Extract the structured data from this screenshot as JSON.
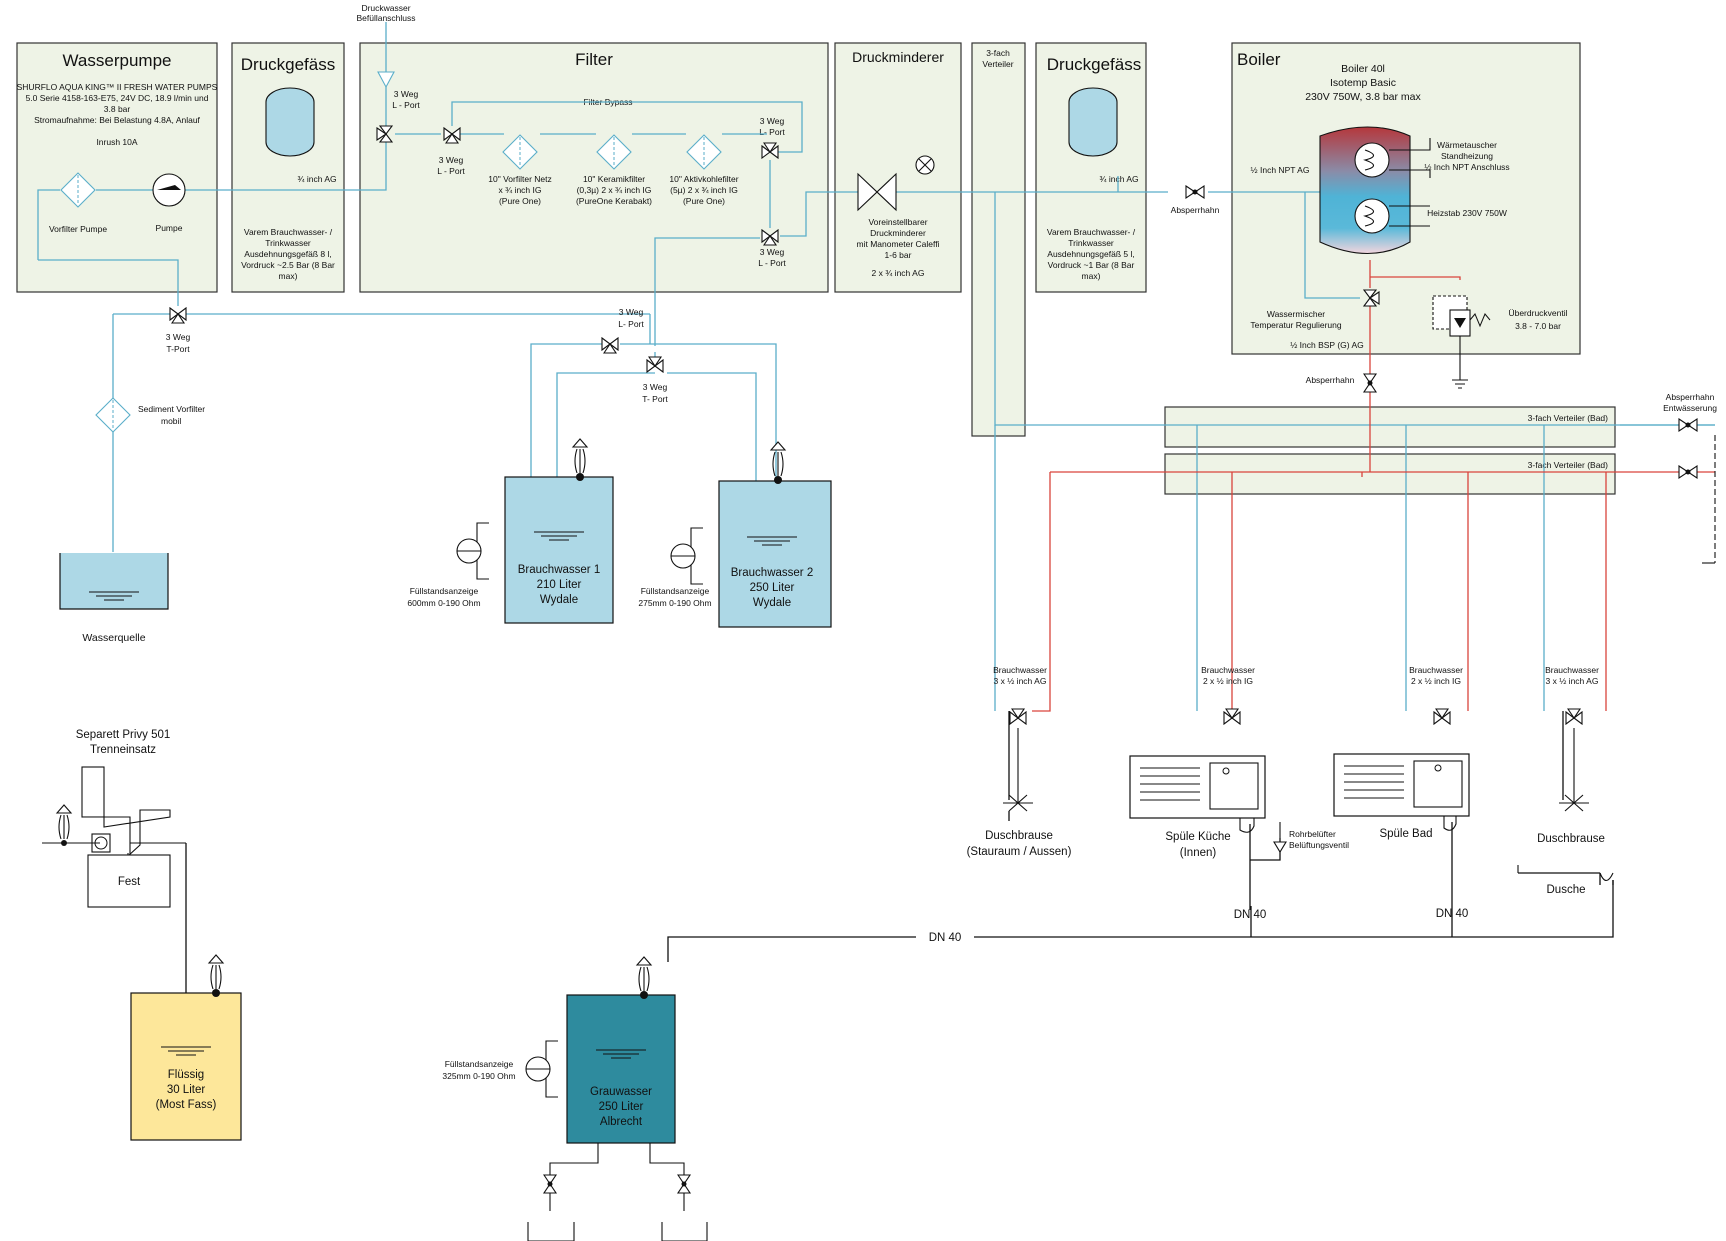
{
  "title": "",
  "colors": {
    "panel": "#eef3e6",
    "water_blue": "#5aaec9",
    "hot_red": "#d9443c",
    "tank_fresh": "#add8e6",
    "tank_grey": "#2e8b9e",
    "tank_yellow": "#fde79a"
  },
  "icons": [
    "three-way-valve-icon",
    "ball-valve-icon",
    "filter-icon",
    "pump-icon",
    "vent-icon",
    "level-sensor-icon",
    "heat-exchanger-icon",
    "pressure-relief-valve-icon",
    "ground-icon",
    "sink-icon",
    "fan-icon",
    "shower-head-icon"
  ],
  "panels": {
    "wasserpumpe": {
      "title": "Wasserpumpe",
      "desc": [
        "SHURFLO AQUA KING™ II FRESH WATER PUMPS",
        "5.0 Serie 4158-163-E75, 24V DC, 18.9 l/min und",
        "3.8 bar",
        "Stromaufnahme: Bei Belastung 4.8A, Anlauf",
        "Inrush 10A"
      ],
      "vorfilter": "Vorfilter Pumpe",
      "pumpe": "Pumpe"
    },
    "druckgefaess1": {
      "title": "Druckgefäss",
      "connection": "¾ inch AG",
      "desc": [
        "Varem Brauchwasser- /",
        "Trinkwasser",
        "Ausdehnungsgefäß 8 l,",
        "Vordruck ~2.5 Bar (8 Bar",
        "max)"
      ]
    },
    "filter": {
      "title": "Filter",
      "bypass": "Filter Bypass",
      "valve1": [
        "3 Weg",
        "L - Port"
      ],
      "valve2": [
        "3 Weg",
        "L - Port"
      ],
      "valve3": [
        "3 Weg",
        "L- Port"
      ],
      "valve4": [
        "3 Weg",
        "L - Port"
      ],
      "f1": [
        "10\" Vorfilter Netz",
        "x ¾ inch IG",
        "(Pure One)"
      ],
      "f2": [
        "10\" Keramikfilter",
        "(0,3µ) 2 x ¾ inch IG",
        "(PureOne Kerabakt)"
      ],
      "f3": [
        "10\" Aktivkohlefilter",
        "(5µ) 2 x ¾ inch IG",
        "(Pure One)"
      ]
    },
    "druckminderer": {
      "title": "Druckminderer",
      "desc": [
        "Voreinstellbarer",
        "Druckminderer",
        "mit Manometer Caleffi",
        "1-6 bar"
      ],
      "connection": "2 x ¾ inch AG"
    },
    "verteiler3": {
      "title": [
        "3-fach",
        "Verteiler"
      ]
    },
    "druckgefaess2": {
      "title": "Druckgefäss",
      "connection": "¾ inch AG",
      "desc": [
        "Varem Brauchwasser- /",
        "Trinkwasser",
        "Ausdehnungsgefäß 5 l,",
        "Vordruck ~1 Bar (8 Bar",
        "max)"
      ]
    },
    "boiler": {
      "title": "Boiler",
      "model": [
        "Boiler 40l",
        "Isotemp Basic",
        "230V 750W, 3.8 bar max"
      ],
      "npt": "½ Inch NPT AG",
      "waermetauscher": [
        "Wärmetauscher",
        "Standheizung",
        "½ Inch NPT Anschluss"
      ],
      "heizstab": "Heizstab 230V 750W",
      "mischer": [
        "Wassermischer",
        "Temperatur Regulierung"
      ],
      "bsp": "½ Inch BSP (G) AG",
      "ueberdruck": [
        "Überdruckventil",
        "3.8 - 7.0 bar"
      ]
    }
  },
  "labels": {
    "druckwasser": [
      "Druckwasser",
      "Befüllanschluss"
    ],
    "valve_t1": [
      "3 Weg",
      "T-Port"
    ],
    "valve_l_mid": [
      "3 Weg",
      "L- Port"
    ],
    "valve_t2": [
      "3 Weg",
      "T- Port"
    ],
    "sediment": [
      "Sediment Vorfilter",
      "mobil"
    ],
    "wasserquelle": "Wasserquelle",
    "absperrhahn1": "Absperrhahn",
    "absperrhahn2": "Absperrhahn",
    "absperrhahn_entw": [
      "Absperrhahn",
      "Entwässerung"
    ],
    "verteiler_bad": "3-fach Verteiler (Bad)",
    "bw1": [
      "Brauchwasser",
      "3 x ½ inch AG"
    ],
    "bw2": [
      "Brauchwasser",
      "2 x ½ inch IG"
    ],
    "bw3": [
      "Brauchwasser",
      "2 x ½ inch IG"
    ],
    "bw4": [
      "Brauchwasser",
      "3 x ½ inch AG"
    ],
    "duschbrause1": [
      "Duschbrause",
      "(Stauraum / Aussen)"
    ],
    "spuele_kueche": [
      "Spüle Küche",
      "(Innen)"
    ],
    "rohrbelueftung": [
      "Rohrbelüfter",
      "Belüftungsventil"
    ],
    "spuele_bad": "Spüle Bad",
    "duschbrause2": "Duschbrause",
    "dusche": "Dusche",
    "dn40a": "DN 40",
    "dn40b": "DN 40",
    "dn40c": "DN 40",
    "separett": [
      "Separett Privy 501",
      "Trenneinsatz"
    ],
    "fest": "Fest",
    "fs1": [
      "Füllstandsanzeige",
      "600mm 0-190 Ohm"
    ],
    "fs2": [
      "Füllstandsanzeige",
      "275mm 0-190 Ohm"
    ],
    "fs3": [
      "Füllstandsanzeige",
      "325mm 0-190 Ohm"
    ]
  },
  "tanks": {
    "bw1": [
      "Brauchwasser 1",
      "210 Liter",
      "Wydale"
    ],
    "bw2": [
      "Brauchwasser 2",
      "250 Liter",
      "Wydale"
    ],
    "grau": [
      "Grauwasser",
      "250 Liter",
      "Albrecht"
    ],
    "fluessig": [
      "Flüssig",
      "30 Liter",
      "(Most Fass)"
    ]
  }
}
